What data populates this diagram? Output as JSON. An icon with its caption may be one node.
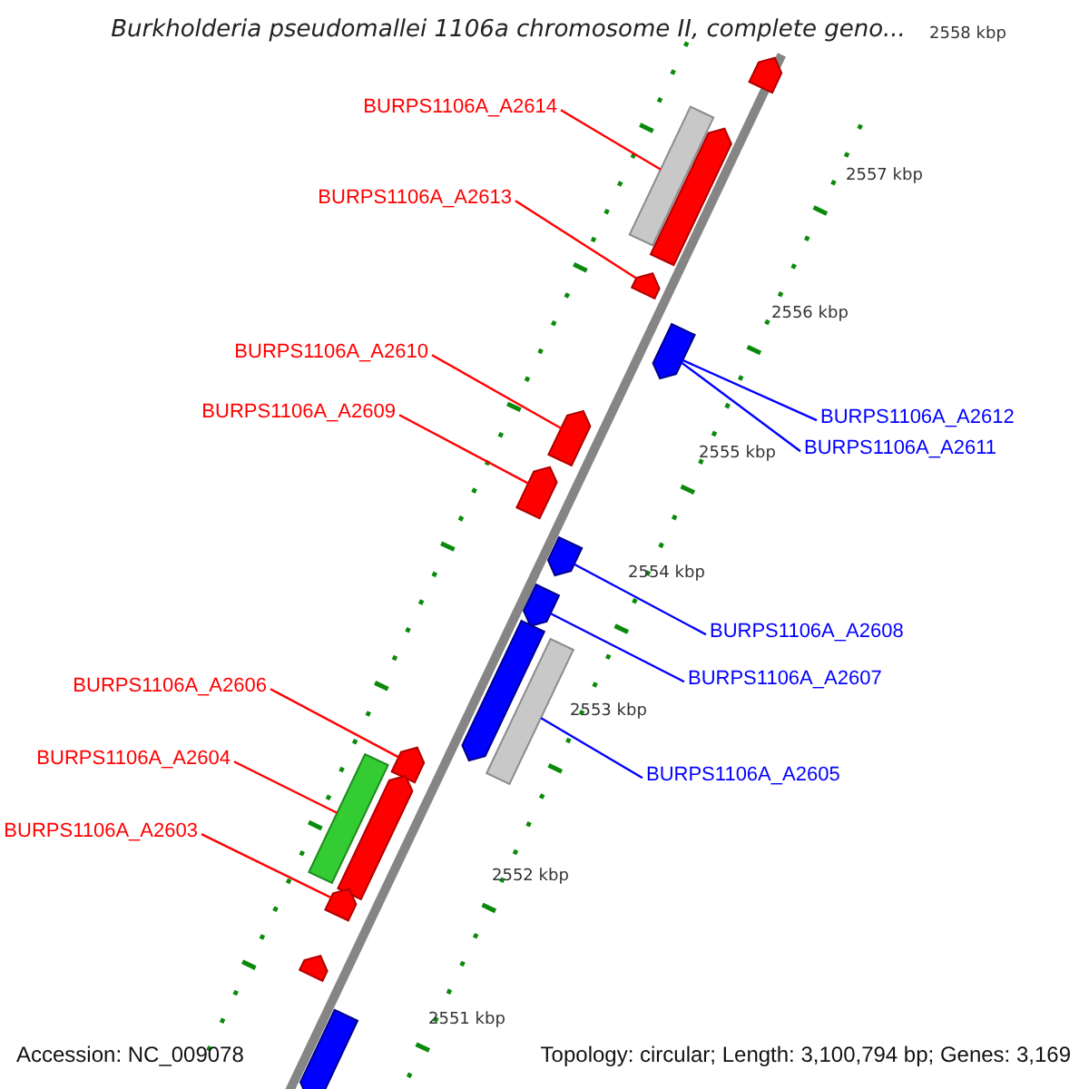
{
  "diagram": {
    "title": "Burkholderia pseudomallei 1106a chromosome II, complete geno...",
    "nodes": [
      {
        "text": [
          "BURPS1106A_A2614"
        ]
      },
      {
        "text": [
          "BURPS1106A_A2613"
        ]
      },
      {
        "text": [
          "BURPS1106A_A2610"
        ]
      },
      {
        "text": [
          "BURPS1106A_A2609"
        ]
      },
      {
        "text": [
          "BURPS1106A_A2612"
        ]
      },
      {
        "text": [
          "BURPS1106A_A2611"
        ]
      },
      {
        "text": [
          "BURPS1106A_A2608"
        ]
      },
      {
        "text": [
          "BURPS1106A_A2607"
        ]
      },
      {
        "text": [
          "BURPS1106A_A2606"
        ]
      },
      {
        "text": [
          "BURPS1106A_A2604"
        ]
      },
      {
        "text": [
          "BURPS1106A_A2605"
        ]
      },
      {
        "text": [
          "BURPS1106A_A2603"
        ]
      },
      {
        "text": [],
        "shape": "bar"
      },
      {
        "text": [],
        "shape": "bar"
      },
      {
        "text": [],
        "shape": "bar"
      },
      {
        "text": [],
        "shape": "bar"
      },
      {
        "text": [],
        "shape": "bar"
      },
      {
        "text": [],
        "shape": "bar"
      },
      {
        "text": [],
        "shape": "bar"
      },
      {
        "text": [],
        "shape": "bar"
      },
      {
        "text": [],
        "shape": "bar"
      },
      {
        "text": [],
        "shape": "bar"
      },
      {
        "text": [],
        "shape": "bar"
      },
      {
        "text": [],
        "shape": "bar"
      },
      {
        "text": [],
        "shape": "bar"
      },
      {
        "text": [],
        "shape": "bar"
      },
      {
        "text": [],
        "shape": "bar"
      },
      {
        "text": [],
        "shape": "bar"
      },
      {
        "text": [],
        "shape": "bar"
      }
    ],
    "edges": [
      {
        "from": 0,
        "to": 13,
        "arrow": "none"
      },
      {
        "from": 1,
        "to": 15,
        "arrow": "none"
      },
      {
        "from": 2,
        "to": 17,
        "arrow": "none"
      },
      {
        "from": 3,
        "to": 18,
        "arrow": "none"
      },
      {
        "from": 4,
        "to": 16,
        "arrow": "none",
        "color": "#0000ff"
      },
      {
        "from": 5,
        "to": 16,
        "arrow": "none",
        "color": "#0000ff"
      },
      {
        "from": 6,
        "to": 19,
        "arrow": "none",
        "color": "#0000ff"
      },
      {
        "from": 7,
        "to": 20,
        "arrow": "none",
        "color": "#0000ff"
      },
      {
        "from": 8,
        "to": 23,
        "arrow": "none"
      },
      {
        "from": 9,
        "to": 24,
        "arrow": "none"
      },
      {
        "from": 10,
        "to": 22,
        "arrow": "none",
        "color": "#0000ff"
      },
      {
        "from": 11,
        "to": 26,
        "arrow": "none"
      }
    ],
    "labels": [
      "2558 kbp",
      "2557 kbp",
      "2556 kbp",
      "2555 kbp",
      "2554 kbp",
      "2553 kbp",
      "2552 kbp",
      "2551 kbp",
      "Accession: NC_009078",
      "Topology: circular; Length: 3,100,794 bp; Genes: 3,169"
    ]
  }
}
